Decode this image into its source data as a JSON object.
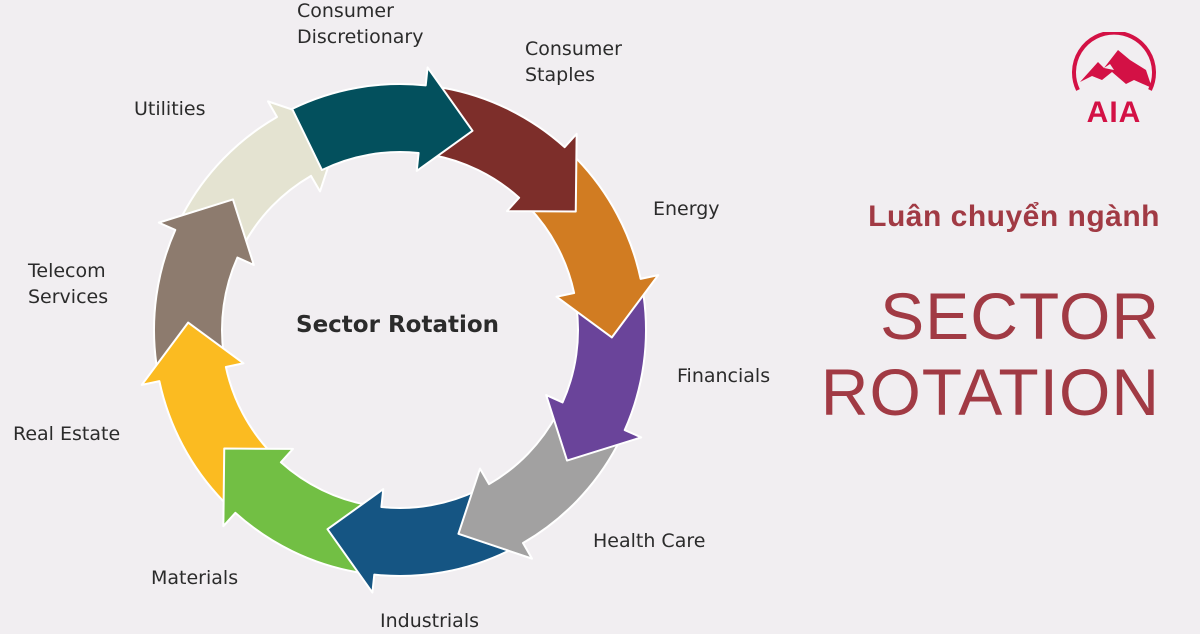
{
  "diagram": {
    "center_title": "Sector Rotation",
    "sectors": [
      {
        "name": "Consumer Discretionary",
        "color": "#03505d"
      },
      {
        "name": "Consumer Staples",
        "color": "#7d2e2a"
      },
      {
        "name": "Energy",
        "color": "#d17c22"
      },
      {
        "name": "Financials",
        "color": "#6a449a"
      },
      {
        "name": "Health Care",
        "color": "#a2a1a1"
      },
      {
        "name": "Industrials",
        "color": "#155583"
      },
      {
        "name": "Materials",
        "color": "#72bf44"
      },
      {
        "name": "Real Estate",
        "color": "#fbbb21"
      },
      {
        "name": "Telecom Services",
        "color": "#8d7b6e"
      },
      {
        "name": "Utilities",
        "color": "#e4e3d1"
      }
    ],
    "labels": {
      "consumer_discretionary": "Consumer\nDiscretionary",
      "consumer_staples": "Consumer\nStaples",
      "energy": "Energy",
      "financials": "Financials",
      "health_care": "Health Care",
      "industrials": "Industrials",
      "materials": "Materials",
      "real_estate": "Real Estate",
      "telecom": "Telecom\nServices",
      "utilities": "Utilities"
    }
  },
  "heading": {
    "subtitle": "Luân chuyển ngành",
    "title_line1": "SECTOR",
    "title_line2": "ROTATION"
  },
  "brand": {
    "logo_text": "AIA",
    "color": "#d31145"
  }
}
